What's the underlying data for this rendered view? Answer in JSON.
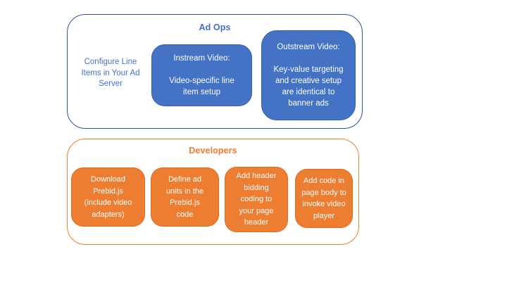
{
  "page": {
    "background": "#ffffff"
  },
  "colors": {
    "page_bg": "#ffffff",
    "blue_fill": "#4472C4",
    "blue_border": "#3560AD",
    "blue_outline": "#2E5697",
    "orange_fill": "#ED7D31",
    "orange_border": "#E06B1F",
    "orange_outline": "#ED7D31",
    "node_text": "#ffffff"
  },
  "ad_ops": {
    "title": "Ad Ops",
    "side_note": "Configure Line\nItems in Your Ad\nServer",
    "boxes": [
      {
        "id": "instream-video",
        "text": "Instream Video:\n\nVideo-specific line\nitem setup"
      },
      {
        "id": "outstream-video",
        "text": "Outstream Video:\n\nKey-value targeting\nand creative setup\nare identical to\nbanner ads"
      }
    ]
  },
  "developers": {
    "title": "Developers",
    "boxes": [
      {
        "id": "download-prebid",
        "text": "Download\nPrebid.js\n(include video\nadapters)"
      },
      {
        "id": "define-ad-units",
        "text": "Define ad\nunits in the\nPrebid.js\ncode"
      },
      {
        "id": "add-header-bidding",
        "text": "Add header\nbidding\ncoding to\nyour page\nheader"
      },
      {
        "id": "add-page-body-code",
        "text": "Add code in\npage body to\ninvoke video\nplayer"
      }
    ]
  }
}
